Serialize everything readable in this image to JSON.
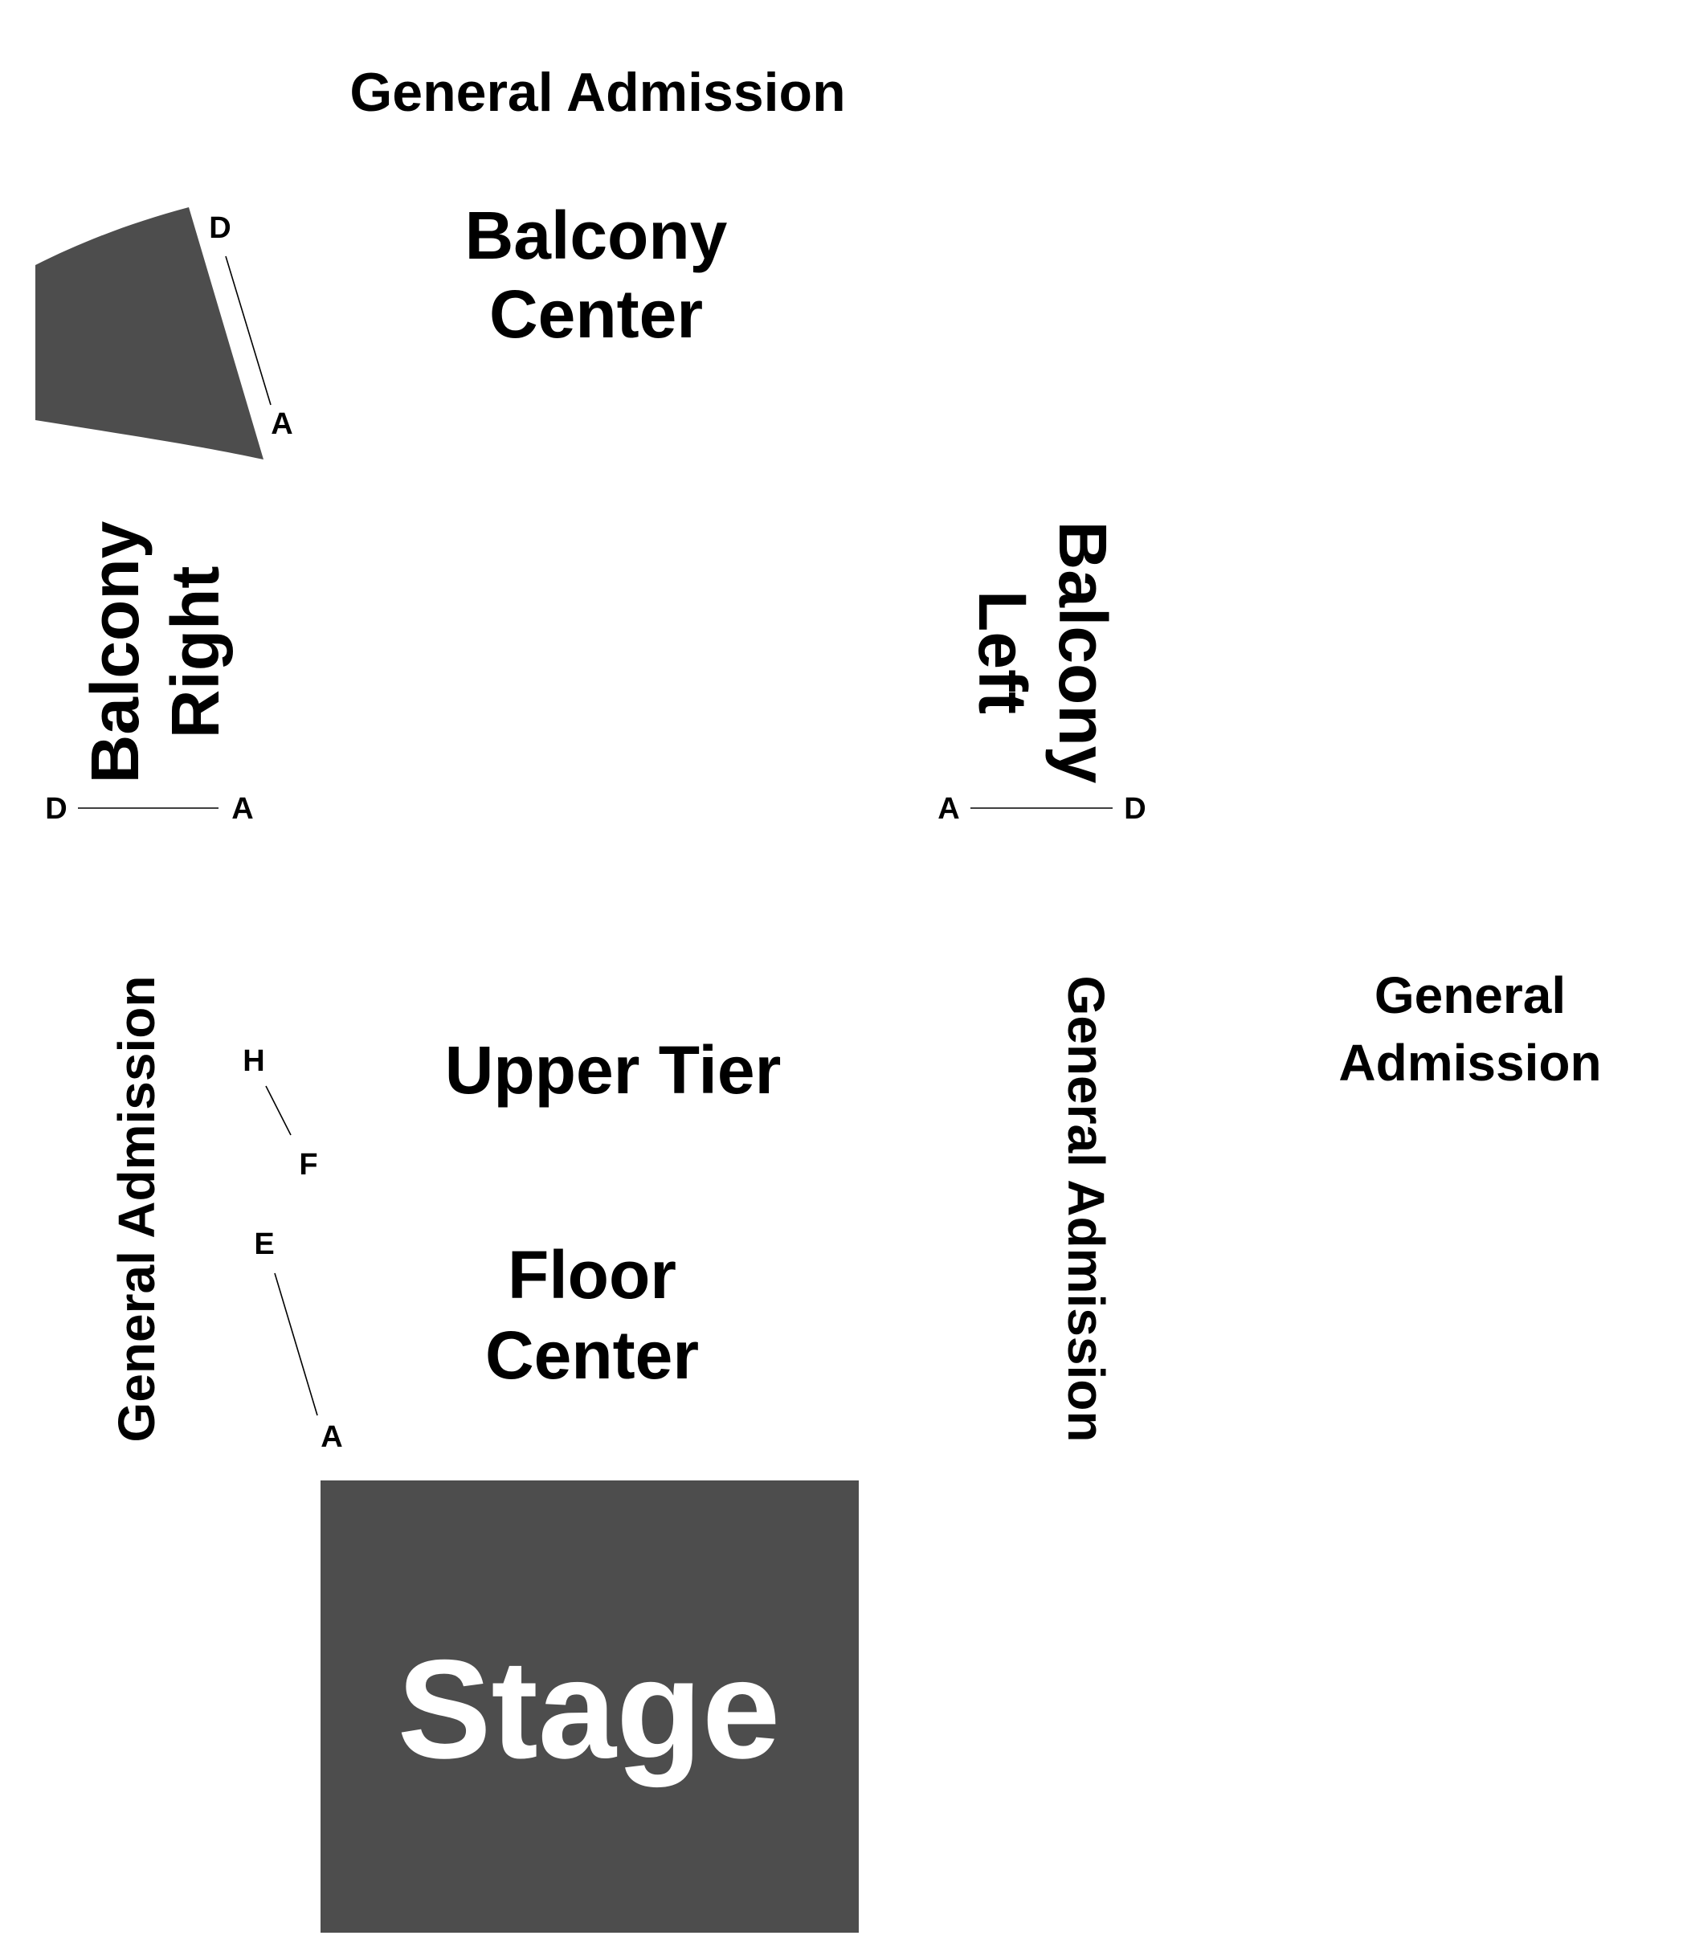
{
  "venue_map": {
    "ga_top": "General Admission",
    "ga_left": "General Admission",
    "ga_center_right": "General Admission",
    "ga_right": [
      "General",
      "Admission"
    ],
    "balcony_center": [
      "Balcony",
      "Center"
    ],
    "balcony_right": [
      "Balcony",
      "Right"
    ],
    "balcony_left": [
      "Balcony",
      "Left"
    ],
    "upper_tier": "Upper Tier",
    "floor_center": [
      "Floor",
      "Center"
    ],
    "stage": "Stage",
    "rows": {
      "balcony_wedge": {
        "first": "A",
        "last": "D"
      },
      "balcony_right": {
        "first": "A",
        "last": "D"
      },
      "balcony_left": {
        "first": "A",
        "last": "D"
      },
      "upper_tier": {
        "first": "F",
        "last": "H"
      },
      "floor": {
        "first": "A",
        "last": "E"
      }
    }
  },
  "colors": {
    "section_fill": "#4d4d4d",
    "text": "#000000",
    "stage_text": "#ffffff",
    "background": "#ffffff"
  }
}
